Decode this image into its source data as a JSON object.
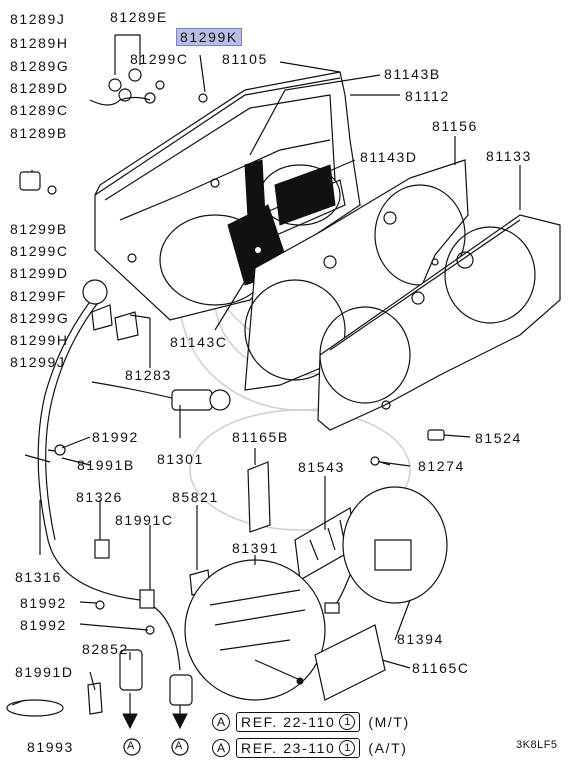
{
  "labels": {
    "p81289J": "81289J",
    "p81289E": "81289E",
    "p81299K": "81299K",
    "p81289H": "81289H",
    "p81289G": "81289G",
    "p81299C_top": "81299C",
    "p81105": "81105",
    "p81289D": "81289D",
    "p81143B": "81143B",
    "p81289C": "81289C",
    "p81112": "81112",
    "p81289B": "81289B",
    "p81156": "81156",
    "p81133": "81133",
    "p81143D": "81143D",
    "p81299B": "81299B",
    "p81299C": "81299C",
    "p81299D": "81299D",
    "p81299F": "81299F",
    "p81299G": "81299G",
    "p81299H": "81299H",
    "p81299J": "81299J",
    "p81143C": "81143C",
    "p81283": "81283",
    "p81992_a": "81992",
    "p81991B": "81991B",
    "p81301": "81301",
    "p81165B": "81165B",
    "p81524": "81524",
    "p81543": "81543",
    "p81274": "81274",
    "p81326": "81326",
    "p85821": "85821",
    "p81991C": "81991C",
    "p81391": "81391",
    "p81316": "81316",
    "p81992_b": "81992",
    "p81992_c": "81992",
    "p81394": "81394",
    "p82852": "82852",
    "p81165C": "81165C",
    "p81991D": "81991D",
    "p81993": "81993",
    "arrowA1": "A",
    "arrowA2": "A",
    "code": "3K8LF5"
  },
  "refs": [
    {
      "marker": "A",
      "text": "REF. 22-110",
      "circled": "1",
      "suffix": "(M/T)"
    },
    {
      "marker": "A",
      "text": "REF. 23-110",
      "circled": "1",
      "suffix": "(A/T)"
    }
  ],
  "colors": {
    "highlight": "#b9bde6",
    "ink": "#111111"
  }
}
